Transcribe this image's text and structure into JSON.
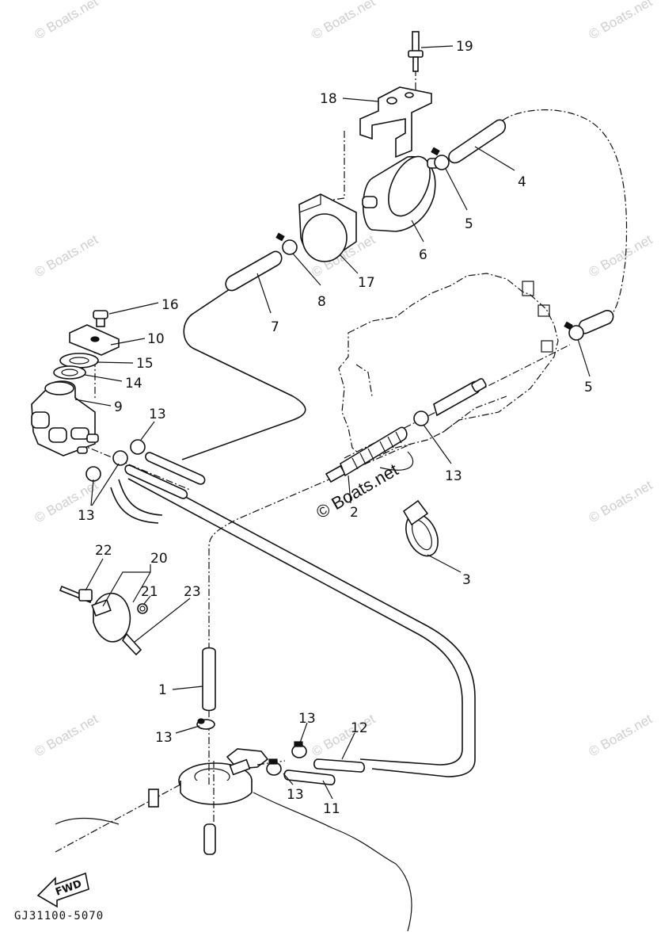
{
  "diagram": {
    "callouts": [
      {
        "id": "c19",
        "text": "19"
      },
      {
        "id": "c18",
        "text": "18"
      },
      {
        "id": "c4",
        "text": "4"
      },
      {
        "id": "c5a",
        "text": "5"
      },
      {
        "id": "c6",
        "text": "6"
      },
      {
        "id": "c17",
        "text": "17"
      },
      {
        "id": "c8",
        "text": "8"
      },
      {
        "id": "c7",
        "text": "7"
      },
      {
        "id": "c16",
        "text": "16"
      },
      {
        "id": "c10",
        "text": "10"
      },
      {
        "id": "c15",
        "text": "15"
      },
      {
        "id": "c14",
        "text": "14"
      },
      {
        "id": "c9",
        "text": "9"
      },
      {
        "id": "c13a",
        "text": "13"
      },
      {
        "id": "c13b",
        "text": "13"
      },
      {
        "id": "c5b",
        "text": "5"
      },
      {
        "id": "c13c",
        "text": "13"
      },
      {
        "id": "c2",
        "text": "2"
      },
      {
        "id": "c3",
        "text": "3"
      },
      {
        "id": "c22",
        "text": "22"
      },
      {
        "id": "c20",
        "text": "20"
      },
      {
        "id": "c21",
        "text": "21"
      },
      {
        "id": "c23",
        "text": "23"
      },
      {
        "id": "c1",
        "text": "1"
      },
      {
        "id": "c13d",
        "text": "13"
      },
      {
        "id": "c13e",
        "text": "13"
      },
      {
        "id": "c12",
        "text": "12"
      },
      {
        "id": "c13f",
        "text": "13"
      },
      {
        "id": "c11",
        "text": "11"
      }
    ],
    "drawing_code": "GJ31100-5070",
    "fwd_label": "FWD",
    "watermark": "© Boats.net"
  }
}
